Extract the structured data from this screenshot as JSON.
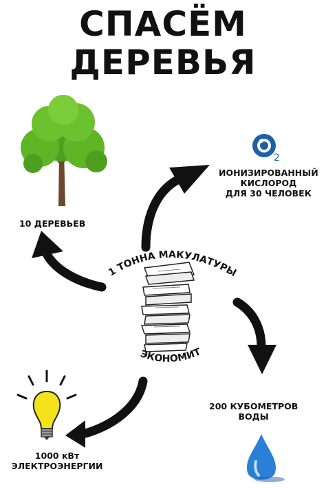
{
  "title": {
    "line1": "СПАСЁМ",
    "line2": "ДЕРЕВЬЯ"
  },
  "center": {
    "top_text": "1 ТОННА МАКУЛАТУРЫ",
    "bottom_text": "ЭКОНОМИТ"
  },
  "items": {
    "trees": "10 ДЕРЕВЬЕВ",
    "oxygen": [
      "ИОНИЗИРОВАННЫЙ",
      "КИСЛОРОД",
      "ДЛЯ 30 ЧЕЛОВЕК"
    ],
    "energy": [
      "1000 кВт",
      "ЭЛЕКТРОЭНЕРГИИ"
    ],
    "water": [
      "200 КУБОМЕТРОВ",
      "ВОДЫ"
    ]
  },
  "icons": {
    "tree": "tree-icon",
    "oxygen": "o2-molecule-icon",
    "energy": "light-bulb-icon",
    "water": "water-drop-icon",
    "paper": "paper-stack-icon"
  },
  "colors": {
    "tree_green": "#5fb526",
    "trunk": "#6b4a2b",
    "o2_blue": "#1f5fa8",
    "bulb_yellow": "#f4e21a",
    "water_blue": "#2a7fd6"
  }
}
